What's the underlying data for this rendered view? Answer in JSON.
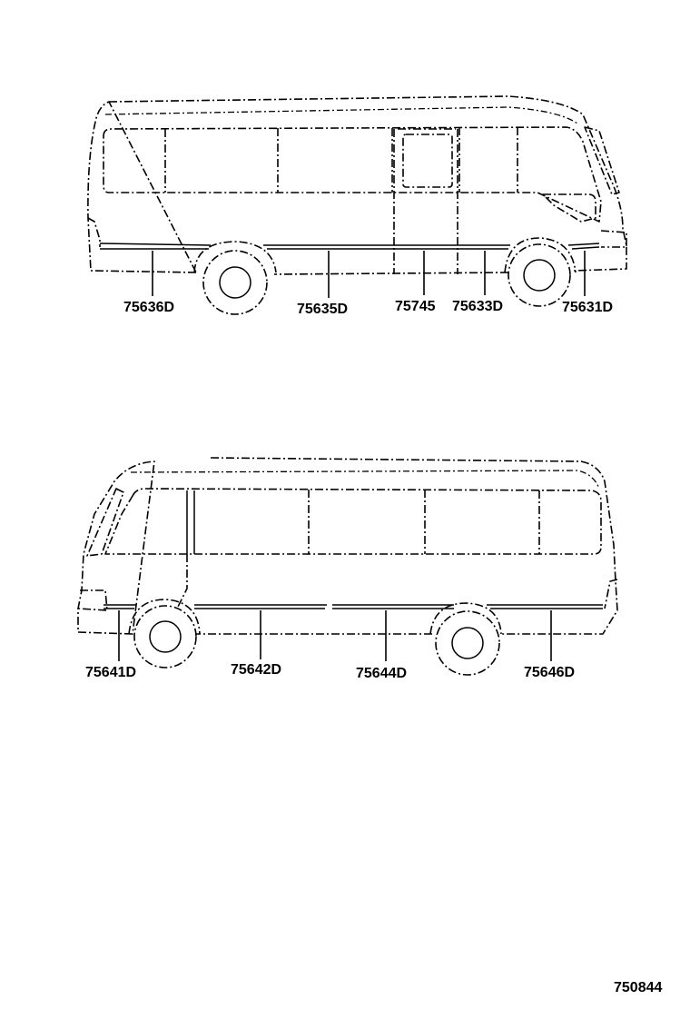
{
  "diagram_id": "750844",
  "top_view_labels": [
    {
      "part": "75636D"
    },
    {
      "part": "75635D"
    },
    {
      "part": "75745"
    },
    {
      "part": "75633D"
    },
    {
      "part": "75631D"
    }
  ],
  "bottom_view_labels": [
    {
      "part": "75641D"
    },
    {
      "part": "75642D"
    },
    {
      "part": "75644D"
    },
    {
      "part": "75646D"
    }
  ]
}
